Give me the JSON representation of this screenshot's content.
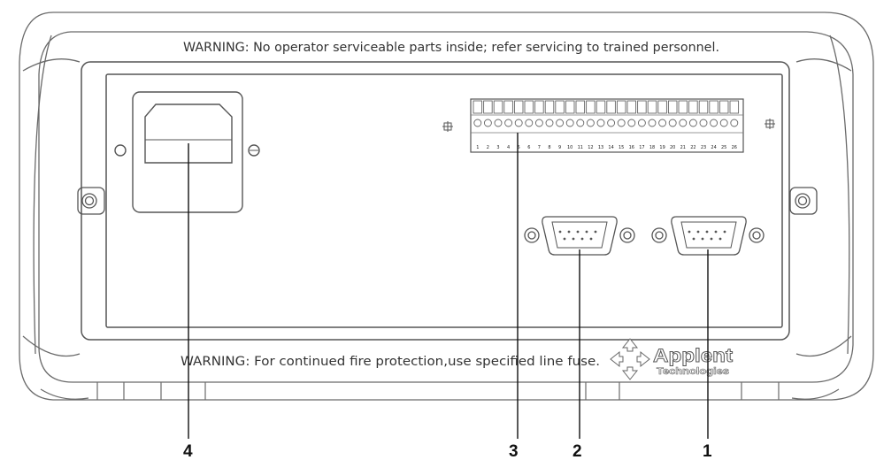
{
  "panel": {
    "warning_top": "WARNING: No operator serviceable parts inside; refer servicing to trained personnel.",
    "warning_bottom": "WARNING: For continued fire protection,use specified line fuse."
  },
  "logo": {
    "name": "Applent",
    "subtitle": "Technologies",
    "icon": "diamond-arrows-icon"
  },
  "terminal_block": {
    "pin_labels": [
      "1",
      "2",
      "3",
      "4",
      "5",
      "6",
      "7",
      "8",
      "9",
      "10",
      "11",
      "12",
      "13",
      "14",
      "15",
      "16",
      "17",
      "18",
      "19",
      "20",
      "21",
      "22",
      "23",
      "24",
      "25",
      "26"
    ]
  },
  "callouts": {
    "c1": "1",
    "c2": "2",
    "c3": "3",
    "c4": "4"
  },
  "colors": {
    "line": "#555555",
    "text": "#333333"
  }
}
